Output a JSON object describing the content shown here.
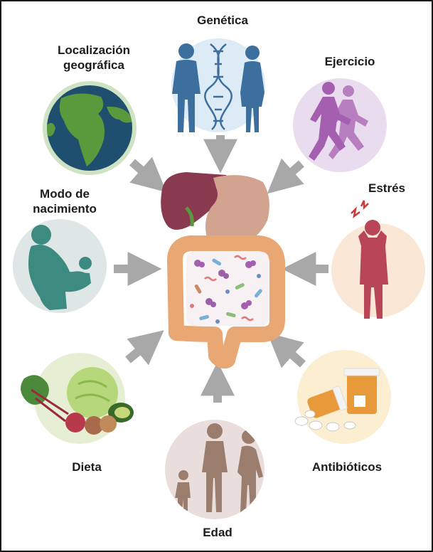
{
  "diagram": {
    "factors": {
      "genetica": "Genética",
      "localizacion": "Localización\ngeográfica",
      "ejercicio": "Ejercicio",
      "modo_nacimiento": "Modo de\nnacimiento",
      "estres": "Estrés",
      "dieta": "Dieta",
      "antibioticos": "Antibióticos",
      "edad": "Edad"
    },
    "colors": {
      "border": "#1a1a1a",
      "arrow": "#a8a8a8",
      "genetica_circle": "#dcebf6",
      "genetica_figure": "#3d6f9e",
      "globe_ring": "#cfe3c4",
      "globe_ocean": "#1f4f6e",
      "globe_land": "#5a9a3c",
      "ejercicio_circle": "#eadcef",
      "ejercicio_figure": "#a55fb0",
      "nacimiento_circle": "#dfe6e6",
      "nacimiento_figure": "#3d8a80",
      "estres_circle": "#fae7d6",
      "estres_figure": "#b84657",
      "dieta_circle": "#e6efd4",
      "antibioticos_circle": "#fbeed1",
      "pill_bottle": "#e89a3a",
      "edad_circle": "#e9dedb",
      "edad_figure": "#9b7d6e",
      "liver": "#8a3a4e",
      "stomach": "#d2a48f",
      "intestine": "#e9a774"
    },
    "icons": [
      "couple-dna-icon",
      "globe-icon",
      "runners-icon",
      "mother-baby-icon",
      "stressed-person-icon",
      "vegetables-icon",
      "pills-icon",
      "elderly-family-icon",
      "digestive-system-icon"
    ]
  }
}
